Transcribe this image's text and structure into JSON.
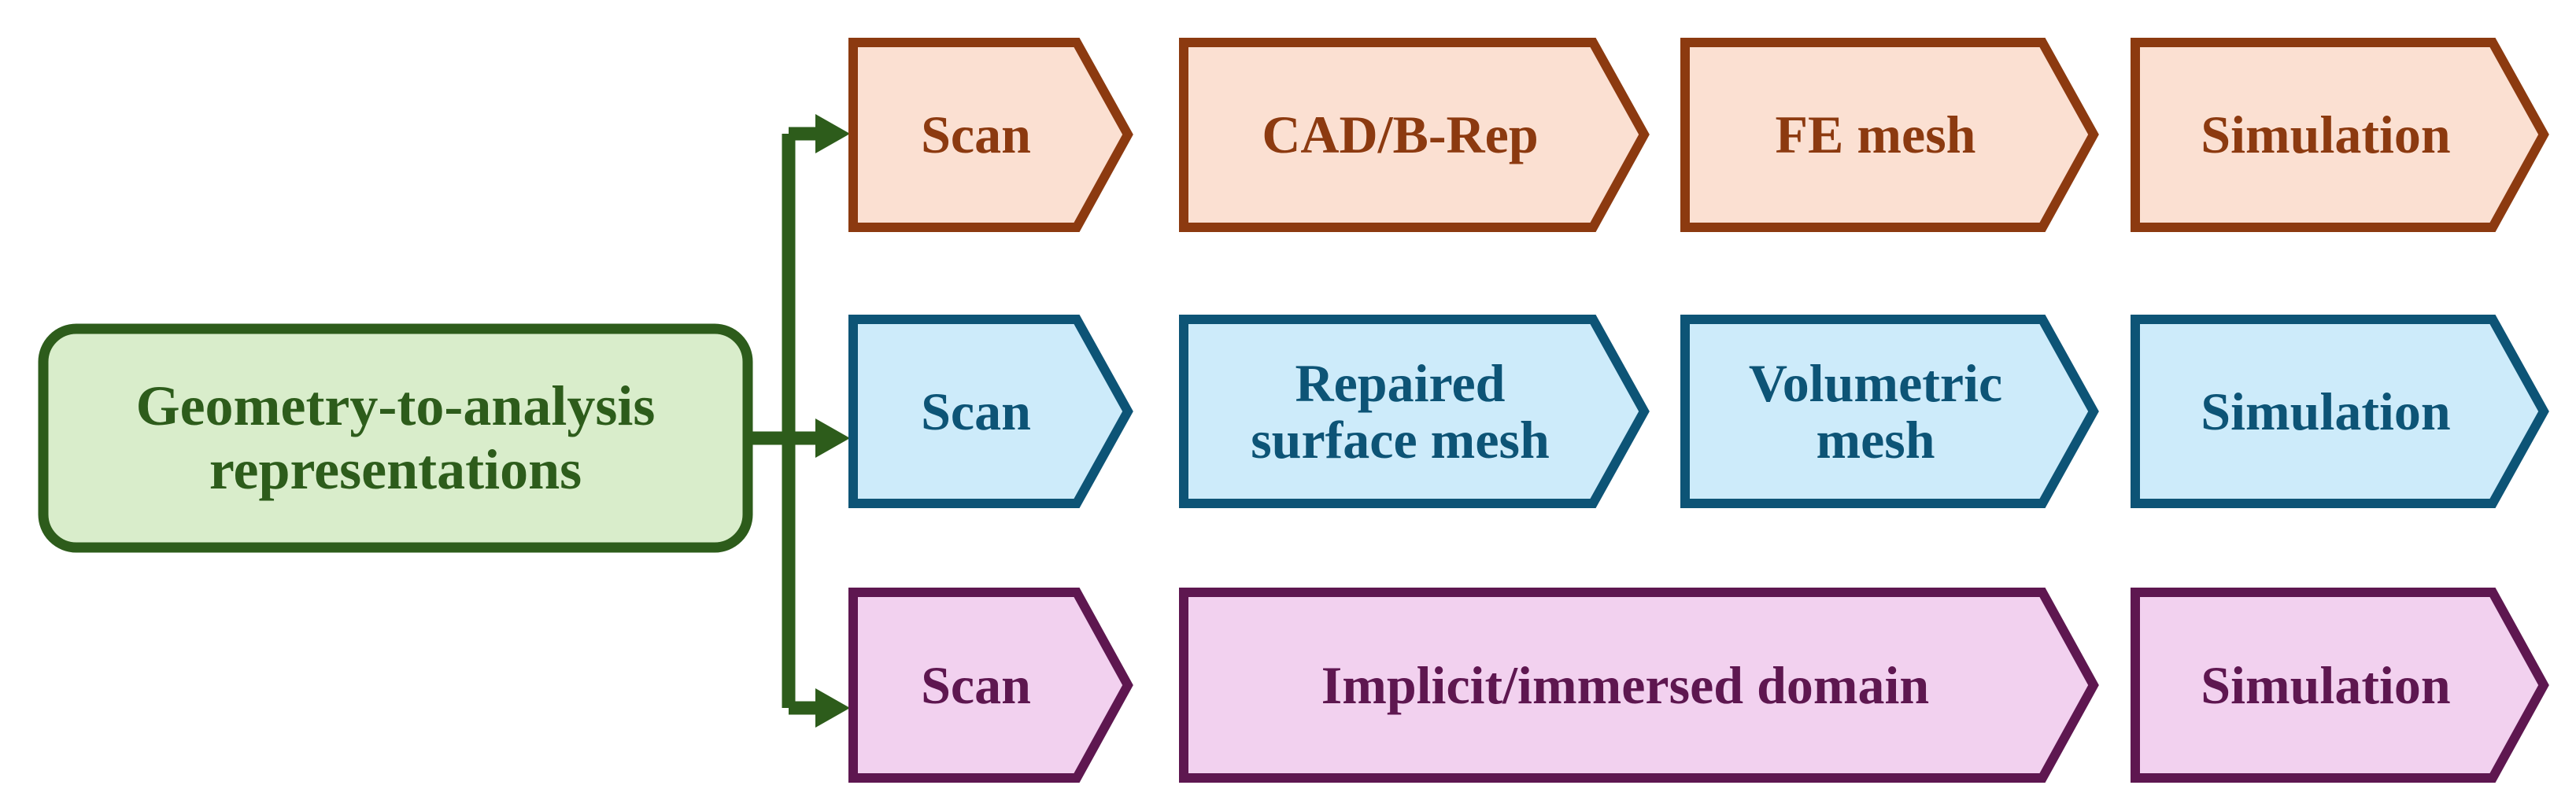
{
  "diagram": {
    "title_node": {
      "label": "Geometry-to-analysis\nrepresentations",
      "fill": "#d9edcb",
      "stroke": "#2d5c1b",
      "text_color": "#2d5c1b"
    },
    "connector": {
      "color": "#2d5c1b",
      "style": "orthogonal-branching-arrows",
      "branch_count": 3
    },
    "pipelines": [
      {
        "name": "cad-brep-pipeline",
        "fill": "#fbe0d2",
        "stroke": "#8c3a10",
        "text_color": "#8c3a10",
        "steps": [
          {
            "label": "Scan"
          },
          {
            "label": "CAD/B-Rep"
          },
          {
            "label": "FE mesh"
          },
          {
            "label": "Simulation"
          }
        ]
      },
      {
        "name": "surface-mesh-pipeline",
        "fill": "#cdebfa",
        "stroke": "#0d5476",
        "text_color": "#0d5476",
        "steps": [
          {
            "label": "Scan"
          },
          {
            "label": "Repaired\nsurface mesh"
          },
          {
            "label": "Volumetric\nmesh"
          },
          {
            "label": "Simulation"
          }
        ]
      },
      {
        "name": "implicit-immersed-pipeline",
        "fill": "#f2d1ef",
        "stroke": "#5e1750",
        "text_color": "#5e1750",
        "steps": [
          {
            "label": "Scan"
          },
          {
            "label": "Implicit/immersed domain"
          },
          {
            "label": "Simulation"
          }
        ]
      }
    ]
  }
}
